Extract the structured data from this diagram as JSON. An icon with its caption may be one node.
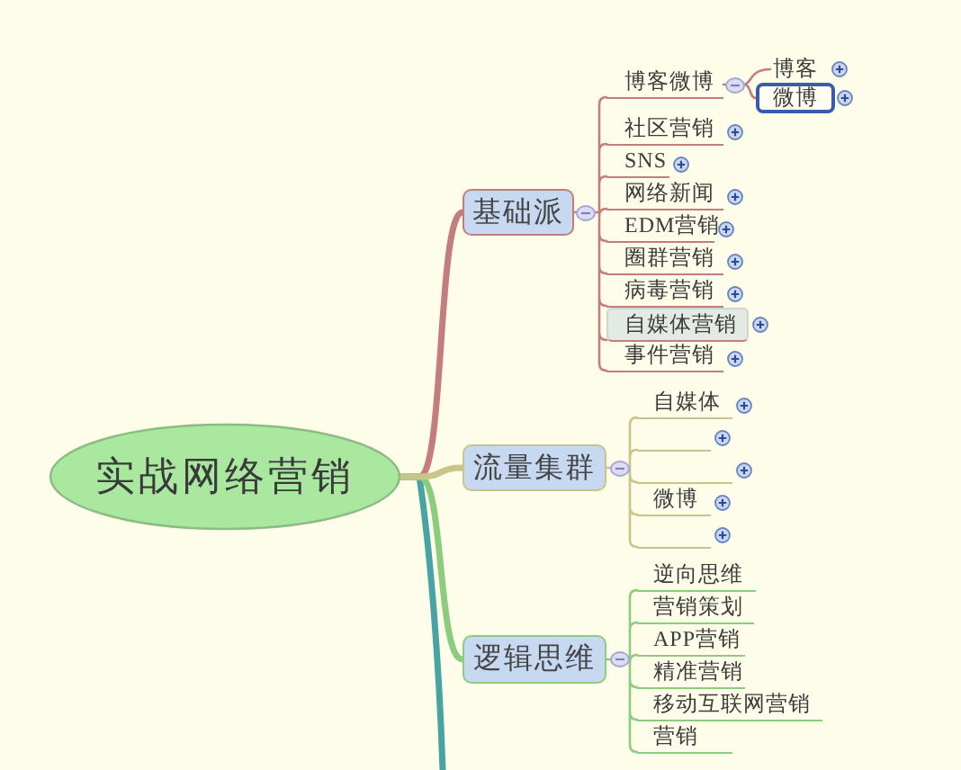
{
  "diagram": {
    "nodes": [
      {
        "text": [
          "实战网络营销"
        ]
      },
      {
        "text": [
          "基础派"
        ]
      },
      {
        "text": [
          "博客微博"
        ]
      },
      {
        "text": [
          "博客"
        ]
      },
      {
        "text": [
          "微博"
        ]
      },
      {
        "text": [
          "社区营销"
        ]
      },
      {
        "text": [
          "SNS"
        ]
      },
      {
        "text": [
          "网络新闻"
        ]
      },
      {
        "text": [
          "EDM营销"
        ]
      },
      {
        "text": [
          "圈群营销"
        ]
      },
      {
        "text": [
          "病毒营销"
        ]
      },
      {
        "text": [
          "自媒体营销"
        ]
      },
      {
        "text": [
          "事件营销"
        ]
      },
      {
        "text": [
          "流量集群"
        ]
      },
      {
        "text": [
          "自媒体"
        ]
      },
      {
        "text": [],
        "shape": "line"
      },
      {
        "text": [],
        "shape": "line"
      },
      {
        "text": [
          "微博"
        ]
      },
      {
        "text": [],
        "shape": "line"
      },
      {
        "text": [
          "逻辑思维"
        ]
      },
      {
        "text": [
          "逆向思维"
        ]
      },
      {
        "text": [
          "营销策划"
        ]
      },
      {
        "text": [
          "APP营销"
        ]
      },
      {
        "text": [
          "精准营销"
        ]
      },
      {
        "text": [
          "移动互联网营销"
        ]
      },
      {
        "text": [
          "营销"
        ]
      }
    ],
    "edges": [
      {
        "from": 0,
        "to": 1,
        "arrow": "none",
        "style": "thick"
      },
      {
        "from": 0,
        "to": 13,
        "arrow": "none",
        "style": "thick",
        "color": "#c9c48a"
      },
      {
        "from": 0,
        "to": 19,
        "arrow": "none",
        "style": "thick",
        "color": "#8ccc7e"
      },
      {
        "from": 0,
        "to": null,
        "arrow": "none",
        "style": "thick",
        "color": "#48a4a4"
      },
      {
        "from": 1,
        "to": 2,
        "arrow": "none"
      },
      {
        "from": 2,
        "to": 3,
        "arrow": "none"
      },
      {
        "from": 2,
        "to": 4,
        "arrow": "none"
      },
      {
        "from": 1,
        "to": 5,
        "arrow": "none"
      },
      {
        "from": 1,
        "to": 6,
        "arrow": "none"
      },
      {
        "from": 1,
        "to": 7,
        "arrow": "none"
      },
      {
        "from": 1,
        "to": 8,
        "arrow": "none"
      },
      {
        "from": 1,
        "to": 9,
        "arrow": "none"
      },
      {
        "from": 1,
        "to": 10,
        "arrow": "none"
      },
      {
        "from": 1,
        "to": 11,
        "arrow": "none"
      },
      {
        "from": 1,
        "to": 12,
        "arrow": "none"
      },
      {
        "from": 13,
        "to": 14,
        "arrow": "none",
        "color": "#c9c48a"
      },
      {
        "from": 13,
        "to": 15,
        "arrow": "none",
        "color": "#c9c48a"
      },
      {
        "from": 13,
        "to": 16,
        "arrow": "none",
        "color": "#c9c48a"
      },
      {
        "from": 13,
        "to": 17,
        "arrow": "none",
        "color": "#c9c48a"
      },
      {
        "from": 13,
        "to": 18,
        "arrow": "none",
        "color": "#c9c48a"
      },
      {
        "from": 19,
        "to": 20,
        "arrow": "none",
        "color": "#8ccc7e"
      },
      {
        "from": 19,
        "to": 21,
        "arrow": "none",
        "color": "#8ccc7e"
      },
      {
        "from": 19,
        "to": 22,
        "arrow": "none",
        "color": "#8ccc7e"
      },
      {
        "from": 19,
        "to": 23,
        "arrow": "none",
        "color": "#8ccc7e"
      },
      {
        "from": 19,
        "to": 24,
        "arrow": "none",
        "color": "#8ccc7e"
      },
      {
        "from": 19,
        "to": 25,
        "arrow": "none",
        "color": "#8ccc7e"
      }
    ]
  }
}
